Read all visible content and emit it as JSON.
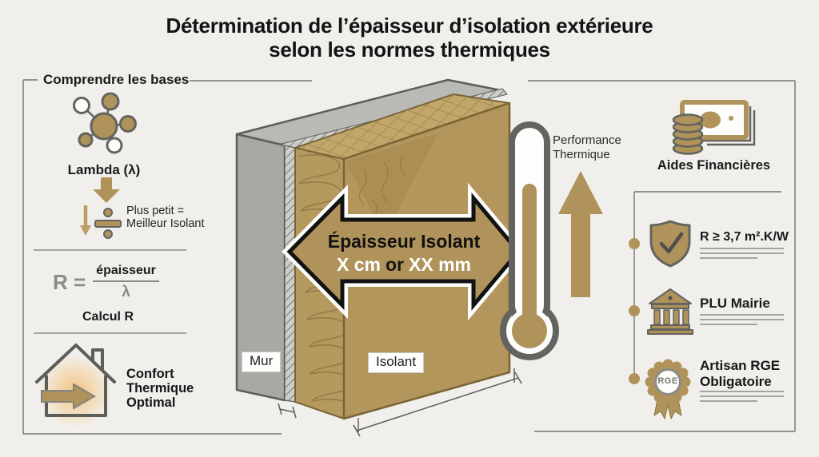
{
  "title": {
    "line1": "Détermination de l’épaisseur d’isolation extérieure",
    "line2": "selon les normes thermiques"
  },
  "left_panel": {
    "header": "Comprendre les bases",
    "lambda_label": "Lambda (λ)",
    "smaller_lines": [
      "Plus petit =",
      "Meilleur Isolant"
    ],
    "formula": {
      "lhs": "R =",
      "numerator": "épaisseur",
      "denominator": "λ",
      "caption": "Calcul R"
    },
    "comfort_lines": [
      "Confort",
      "Thermique",
      "Optimal"
    ]
  },
  "diagram": {
    "wall_label": "Mur",
    "insulation_label": "Isolant",
    "arrow_title": "Épaisseur Isolant",
    "arrow_value_parts": [
      "X cm",
      "or",
      "XX mm"
    ],
    "performance_lines": [
      "Performance",
      "Thermique"
    ]
  },
  "right_panel": {
    "header": "Aides Financières",
    "items": [
      {
        "icon": "shield-check-icon",
        "label": "R ≥ 3,7 m².K/W"
      },
      {
        "icon": "town-hall-icon",
        "label": "PLU Mairie"
      },
      {
        "icon": "rge-badge-icon",
        "label_line1": "Artisan RGE",
        "label_line2": "Obligatoire",
        "badge_text": "RGE"
      }
    ]
  },
  "colors": {
    "background": "#f1efec",
    "gold": "#b0935a",
    "gold_dark_line": "#7a6436",
    "wall_gray": "#a8a8a4",
    "outline_gray": "#5d5d59",
    "frame_gray": "#76746f",
    "text_black": "#1a1a1a",
    "glow_orange": "#f5a93e"
  }
}
